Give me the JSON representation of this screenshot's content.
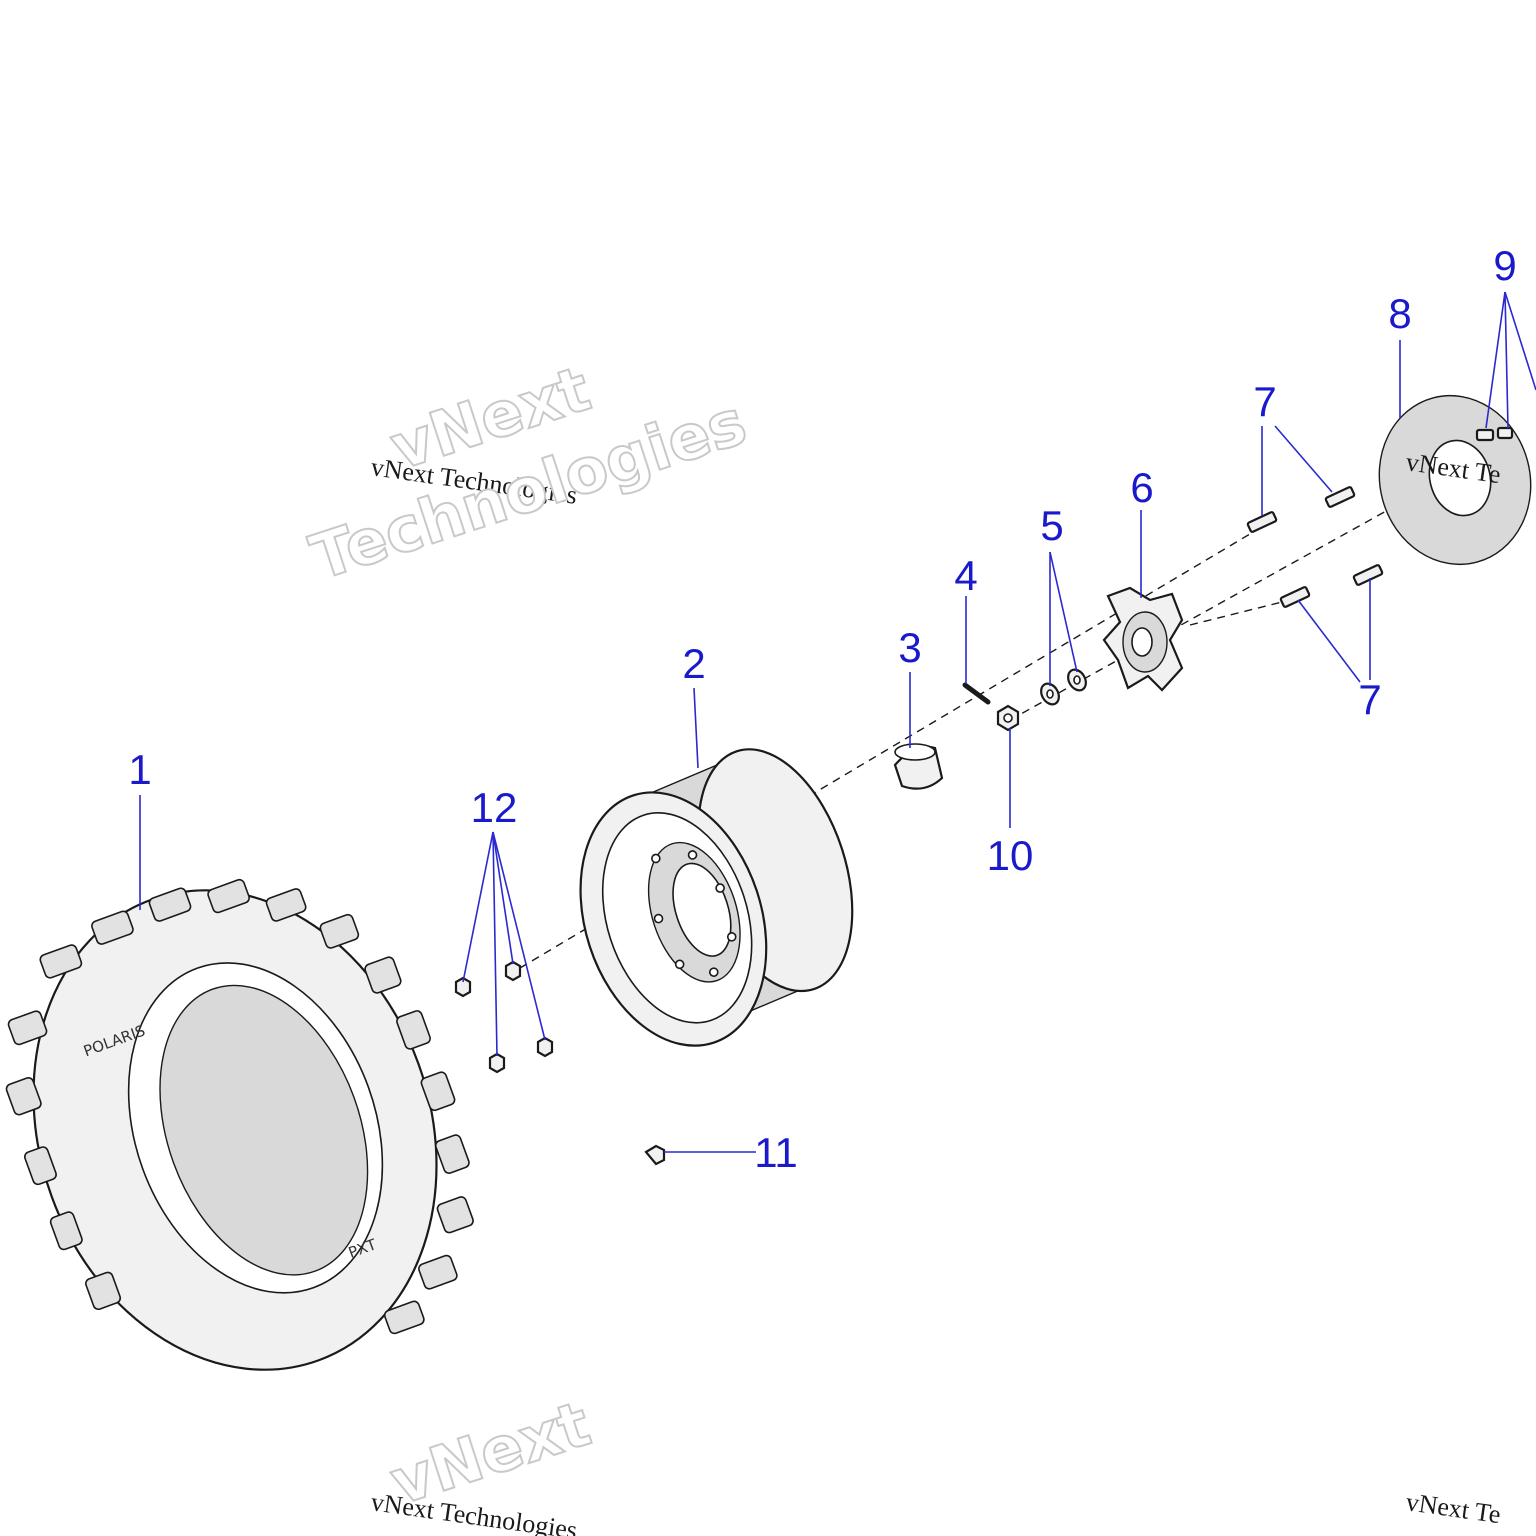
{
  "watermark": {
    "small": "vNext Technologies",
    "big_line1": "vNext",
    "big_line2": "Technologies",
    "small_clipped": "vNext Te"
  },
  "tire_markings": {
    "brand": "POLARIS",
    "model": "PXT"
  },
  "callouts": [
    {
      "id": "c1",
      "label": "1"
    },
    {
      "id": "c2",
      "label": "2"
    },
    {
      "id": "c3",
      "label": "3"
    },
    {
      "id": "c4",
      "label": "4"
    },
    {
      "id": "c5",
      "label": "5"
    },
    {
      "id": "c6",
      "label": "6"
    },
    {
      "id": "c7a",
      "label": "7"
    },
    {
      "id": "c7b",
      "label": "7"
    },
    {
      "id": "c8",
      "label": "8"
    },
    {
      "id": "c9",
      "label": "9"
    },
    {
      "id": "c10",
      "label": "10"
    },
    {
      "id": "c11",
      "label": "11"
    },
    {
      "id": "c12",
      "label": "12"
    }
  ],
  "colors": {
    "callout": "#1a1acc",
    "outline": "#1a1a1a",
    "watermark_stroke": "#c9c9c9"
  }
}
